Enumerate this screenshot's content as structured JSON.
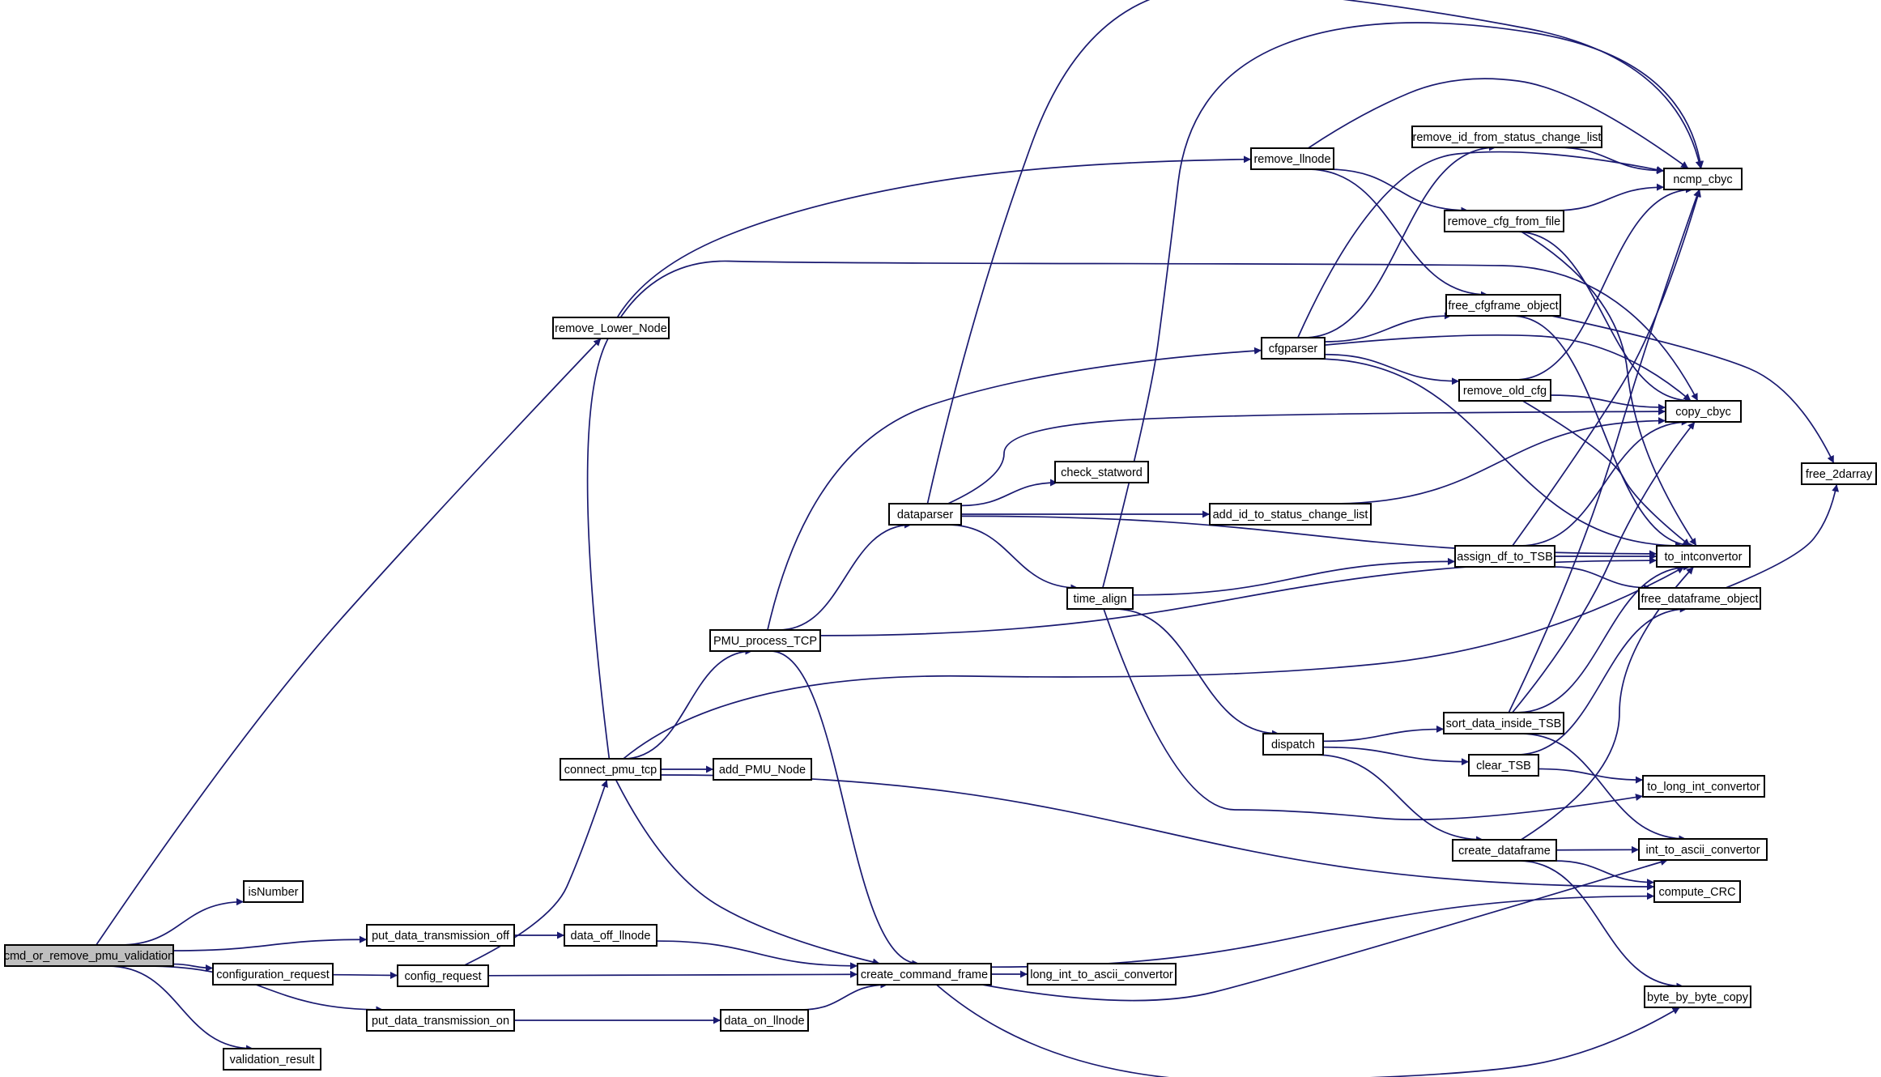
{
  "colors": {
    "edge": "#191970",
    "node_border": "#000000",
    "root_fill": "#bfbfbf",
    "node_fill": "#ffffff",
    "background": "#ffffff"
  },
  "nodes": [
    {
      "id": "root",
      "label": "cmd_or_remove_pmu_validation",
      "root": true
    },
    {
      "id": "isNumber",
      "label": "isNumber"
    },
    {
      "id": "validation_result",
      "label": "validation_result"
    },
    {
      "id": "put_data_transmission_off",
      "label": "put_data_transmission_off"
    },
    {
      "id": "configuration_request",
      "label": "configuration_request"
    },
    {
      "id": "put_data_transmission_on",
      "label": "put_data_transmission_on"
    },
    {
      "id": "remove_Lower_Node",
      "label": "remove_Lower_Node"
    },
    {
      "id": "data_off_llnode",
      "label": "data_off_llnode"
    },
    {
      "id": "config_request",
      "label": "config_request"
    },
    {
      "id": "data_on_llnode",
      "label": "data_on_llnode"
    },
    {
      "id": "connect_pmu_tcp",
      "label": "connect_pmu_tcp"
    },
    {
      "id": "add_PMU_Node",
      "label": "add_PMU_Node"
    },
    {
      "id": "PMU_process_TCP",
      "label": "PMU_process_TCP"
    },
    {
      "id": "create_command_frame",
      "label": "create_command_frame"
    },
    {
      "id": "long_int_to_ascii_convertor",
      "label": "long_int_to_ascii_convertor"
    },
    {
      "id": "dataparser",
      "label": "dataparser"
    },
    {
      "id": "check_statword",
      "label": "check_statword"
    },
    {
      "id": "add_id_to_status_change_list",
      "label": "add_id_to_status_change_list"
    },
    {
      "id": "time_align",
      "label": "time_align"
    },
    {
      "id": "remove_llnode",
      "label": "remove_llnode"
    },
    {
      "id": "cfgparser",
      "label": "cfgparser"
    },
    {
      "id": "dispatch",
      "label": "dispatch"
    },
    {
      "id": "remove_id_from_status_change_list",
      "label": "remove_id_from_status_change_list"
    },
    {
      "id": "remove_cfg_from_file",
      "label": "remove_cfg_from_file"
    },
    {
      "id": "free_cfgframe_object",
      "label": "free_cfgframe_object"
    },
    {
      "id": "remove_old_cfg",
      "label": "remove_old_cfg"
    },
    {
      "id": "assign_df_to_TSB",
      "label": "assign_df_to_TSB"
    },
    {
      "id": "sort_data_inside_TSB",
      "label": "sort_data_inside_TSB"
    },
    {
      "id": "clear_TSB",
      "label": "clear_TSB"
    },
    {
      "id": "create_dataframe",
      "label": "create_dataframe"
    },
    {
      "id": "ncmp_cbyc",
      "label": "ncmp_cbyc"
    },
    {
      "id": "copy_cbyc",
      "label": "copy_cbyc"
    },
    {
      "id": "to_intconvertor",
      "label": "to_intconvertor"
    },
    {
      "id": "free_dataframe_object",
      "label": "free_dataframe_object"
    },
    {
      "id": "to_long_int_convertor",
      "label": "to_long_int_convertor"
    },
    {
      "id": "int_to_ascii_convertor",
      "label": "int_to_ascii_convertor"
    },
    {
      "id": "compute_CRC",
      "label": "compute_CRC"
    },
    {
      "id": "byte_by_byte_copy",
      "label": "byte_by_byte_copy"
    },
    {
      "id": "free_2darray",
      "label": "free_2darray"
    }
  ],
  "edges": [
    [
      "root",
      "remove_Lower_Node"
    ],
    [
      "root",
      "isNumber"
    ],
    [
      "root",
      "put_data_transmission_off"
    ],
    [
      "root",
      "configuration_request"
    ],
    [
      "root",
      "put_data_transmission_on"
    ],
    [
      "root",
      "validation_result"
    ],
    [
      "remove_Lower_Node",
      "remove_llnode"
    ],
    [
      "put_data_transmission_off",
      "data_off_llnode"
    ],
    [
      "configuration_request",
      "config_request"
    ],
    [
      "put_data_transmission_on",
      "data_on_llnode"
    ],
    [
      "data_off_llnode",
      "create_command_frame"
    ],
    [
      "config_request",
      "connect_pmu_tcp"
    ],
    [
      "config_request",
      "create_command_frame"
    ],
    [
      "data_on_llnode",
      "create_command_frame"
    ],
    [
      "connect_pmu_tcp",
      "add_PMU_Node"
    ],
    [
      "connect_pmu_tcp",
      "PMU_process_TCP"
    ],
    [
      "connect_pmu_tcp",
      "create_command_frame"
    ],
    [
      "connect_pmu_tcp",
      "copy_cbyc"
    ],
    [
      "connect_pmu_tcp",
      "to_intconvertor"
    ],
    [
      "connect_pmu_tcp",
      "compute_CRC"
    ],
    [
      "PMU_process_TCP",
      "dataparser"
    ],
    [
      "PMU_process_TCP",
      "cfgparser"
    ],
    [
      "PMU_process_TCP",
      "create_command_frame"
    ],
    [
      "PMU_process_TCP",
      "to_intconvertor"
    ],
    [
      "create_command_frame",
      "long_int_to_ascii_convertor"
    ],
    [
      "create_command_frame",
      "compute_CRC"
    ],
    [
      "create_command_frame",
      "int_to_ascii_convertor"
    ],
    [
      "create_command_frame",
      "byte_by_byte_copy"
    ],
    [
      "dataparser",
      "check_statword"
    ],
    [
      "dataparser",
      "add_id_to_status_change_list"
    ],
    [
      "dataparser",
      "time_align"
    ],
    [
      "dataparser",
      "ncmp_cbyc"
    ],
    [
      "dataparser",
      "copy_cbyc"
    ],
    [
      "dataparser",
      "to_intconvertor"
    ],
    [
      "add_id_to_status_change_list",
      "copy_cbyc"
    ],
    [
      "time_align",
      "ncmp_cbyc"
    ],
    [
      "time_align",
      "assign_df_to_TSB"
    ],
    [
      "time_align",
      "dispatch"
    ],
    [
      "time_align",
      "to_long_int_convertor"
    ],
    [
      "remove_llnode",
      "ncmp_cbyc"
    ],
    [
      "remove_llnode",
      "remove_cfg_from_file"
    ],
    [
      "remove_llnode",
      "free_cfgframe_object"
    ],
    [
      "cfgparser",
      "remove_id_from_status_change_list"
    ],
    [
      "cfgparser",
      "ncmp_cbyc"
    ],
    [
      "cfgparser",
      "free_cfgframe_object"
    ],
    [
      "cfgparser",
      "remove_old_cfg"
    ],
    [
      "cfgparser",
      "copy_cbyc"
    ],
    [
      "cfgparser",
      "to_intconvertor"
    ],
    [
      "dispatch",
      "sort_data_inside_TSB"
    ],
    [
      "dispatch",
      "clear_TSB"
    ],
    [
      "dispatch",
      "create_dataframe"
    ],
    [
      "remove_id_from_status_change_list",
      "ncmp_cbyc"
    ],
    [
      "remove_cfg_from_file",
      "ncmp_cbyc"
    ],
    [
      "remove_cfg_from_file",
      "copy_cbyc"
    ],
    [
      "remove_cfg_from_file",
      "to_intconvertor"
    ],
    [
      "free_cfgframe_object",
      "to_intconvertor"
    ],
    [
      "free_cfgframe_object",
      "free_2darray"
    ],
    [
      "remove_old_cfg",
      "ncmp_cbyc"
    ],
    [
      "remove_old_cfg",
      "copy_cbyc"
    ],
    [
      "remove_old_cfg",
      "to_intconvertor"
    ],
    [
      "assign_df_to_TSB",
      "ncmp_cbyc"
    ],
    [
      "assign_df_to_TSB",
      "copy_cbyc"
    ],
    [
      "assign_df_to_TSB",
      "to_intconvertor"
    ],
    [
      "assign_df_to_TSB",
      "free_dataframe_object"
    ],
    [
      "sort_data_inside_TSB",
      "ncmp_cbyc"
    ],
    [
      "sort_data_inside_TSB",
      "copy_cbyc"
    ],
    [
      "sort_data_inside_TSB",
      "to_intconvertor"
    ],
    [
      "sort_data_inside_TSB",
      "int_to_ascii_convertor"
    ],
    [
      "clear_TSB",
      "free_dataframe_object"
    ],
    [
      "clear_TSB",
      "to_long_int_convertor"
    ],
    [
      "create_dataframe",
      "to_intconvertor"
    ],
    [
      "create_dataframe",
      "int_to_ascii_convertor"
    ],
    [
      "create_dataframe",
      "compute_CRC"
    ],
    [
      "create_dataframe",
      "byte_by_byte_copy"
    ],
    [
      "free_dataframe_object",
      "free_2darray"
    ]
  ]
}
